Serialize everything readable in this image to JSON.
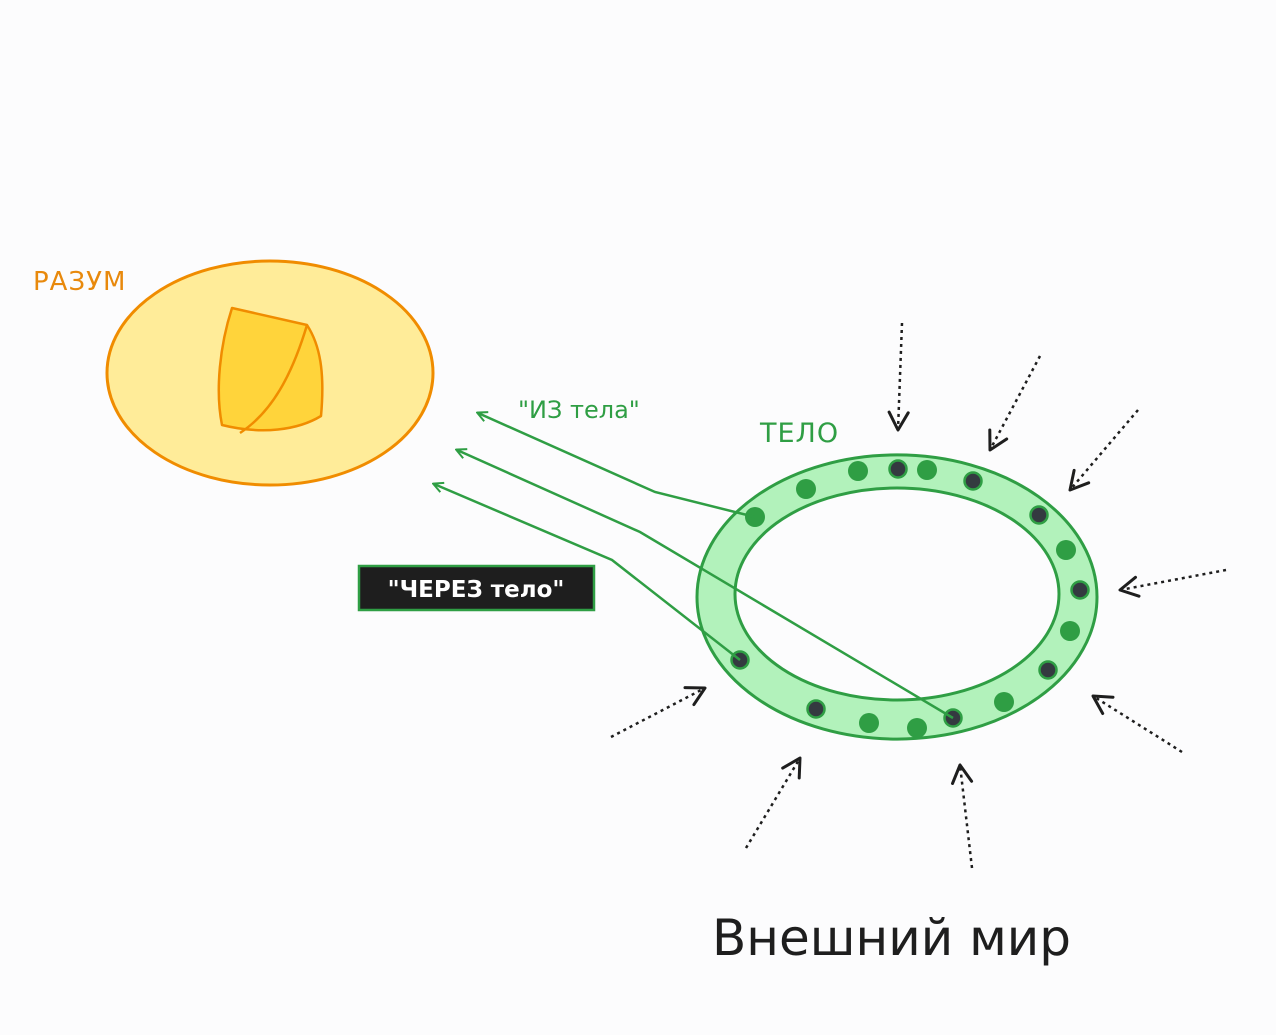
{
  "labels": {
    "mind": "РАЗУМ",
    "body": "ТЕЛО",
    "from_body": "\"ИЗ тела\"",
    "through_body": "\"ЧЕРЕЗ тело\"",
    "outer_world": "Внешний мир"
  },
  "colors": {
    "mind_stroke": "#f08c00",
    "mind_fill": "#ffec99",
    "mind_shape_fill": "#ffd43b",
    "body_stroke": "#2f9e44",
    "body_fill": "#b2f2bb",
    "node_green": "#2f9e44",
    "node_dark": "#343a40",
    "arrow_dark": "#1e1e1e",
    "badge_fill": "#1e1e1e"
  }
}
